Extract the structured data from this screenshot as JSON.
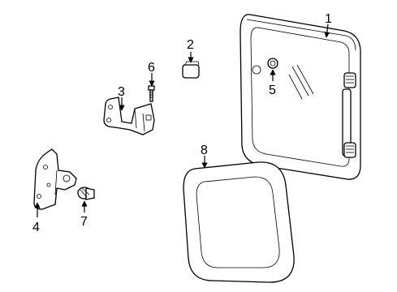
{
  "callouts": {
    "p1": "1",
    "p2": "2",
    "p3": "3",
    "p4": "4",
    "p5": "5",
    "p6": "6",
    "p7": "7",
    "p8": "8"
  }
}
